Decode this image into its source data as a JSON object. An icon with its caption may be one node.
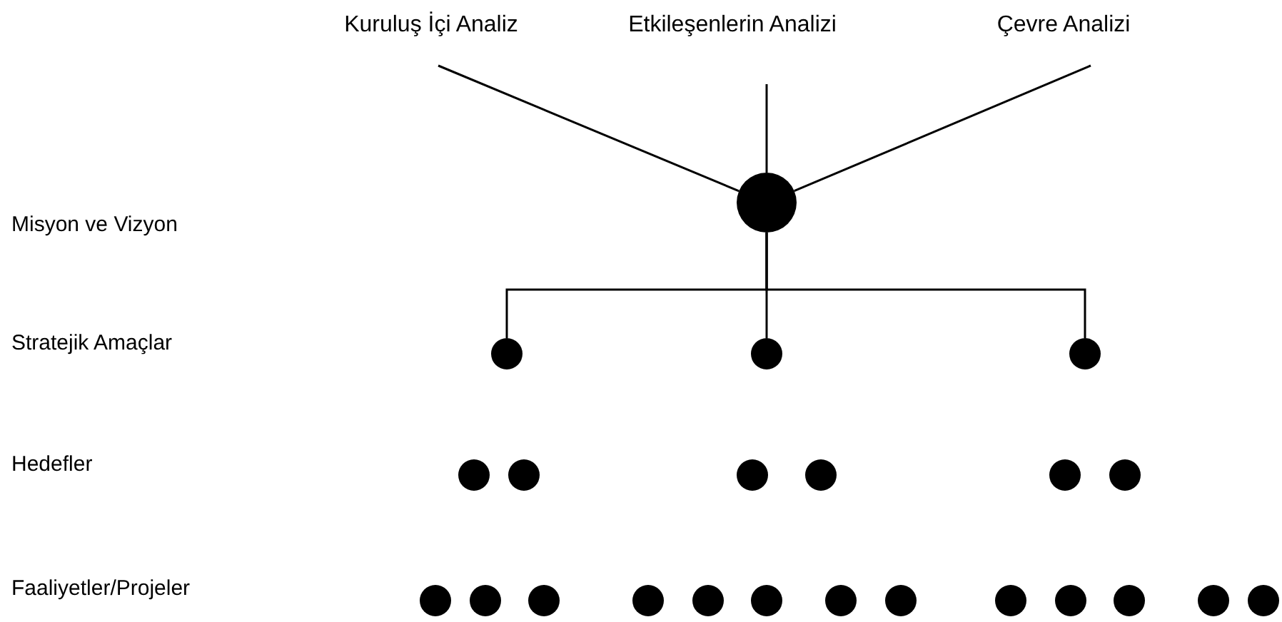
{
  "diagram": {
    "nodes": [
      {
        "text": [
          "Kuruluş İçi Analiz"
        ]
      },
      {
        "text": [
          "Etkileşenlerin Analizi"
        ]
      },
      {
        "text": [
          "Çevre Analizi"
        ]
      },
      {
        "text": [],
        "shape": "circle"
      },
      {
        "text": [],
        "shape": "circle"
      },
      {
        "text": [],
        "shape": "circle"
      },
      {
        "text": [],
        "shape": "circle"
      }
    ],
    "edges": [
      {
        "from": 0,
        "to": 3,
        "arrow": "none"
      },
      {
        "from": 1,
        "to": 3,
        "arrow": "none"
      },
      {
        "from": 2,
        "to": 3,
        "arrow": "none"
      },
      {
        "from": 3,
        "to": 4,
        "arrow": "none"
      },
      {
        "from": 3,
        "to": 5,
        "arrow": "none"
      },
      {
        "from": 3,
        "to": 6,
        "arrow": "none"
      }
    ],
    "labels": [
      "Misyon ve Vizyon",
      "Stratejik Amaçlar",
      "Hedefler",
      "Faaliyetler/Projeler"
    ]
  }
}
